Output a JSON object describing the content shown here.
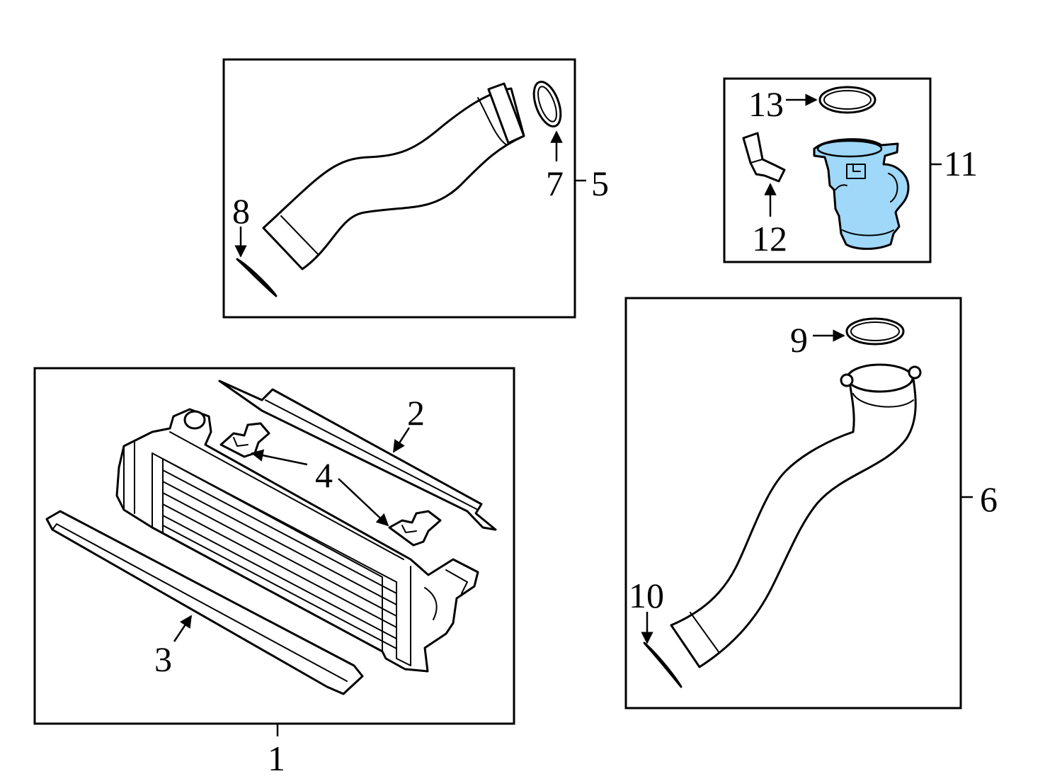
{
  "diagram": {
    "highlight_color": "#9fd8f8",
    "line_color": "#000000",
    "background": "#ffffff",
    "callouts": {
      "c1": "1",
      "c2": "2",
      "c3": "3",
      "c4": "4",
      "c5": "5",
      "c6": "6",
      "c7": "7",
      "c8": "8",
      "c9": "9",
      "c10": "10",
      "c11": "11",
      "c12": "12",
      "c13": "13"
    }
  }
}
